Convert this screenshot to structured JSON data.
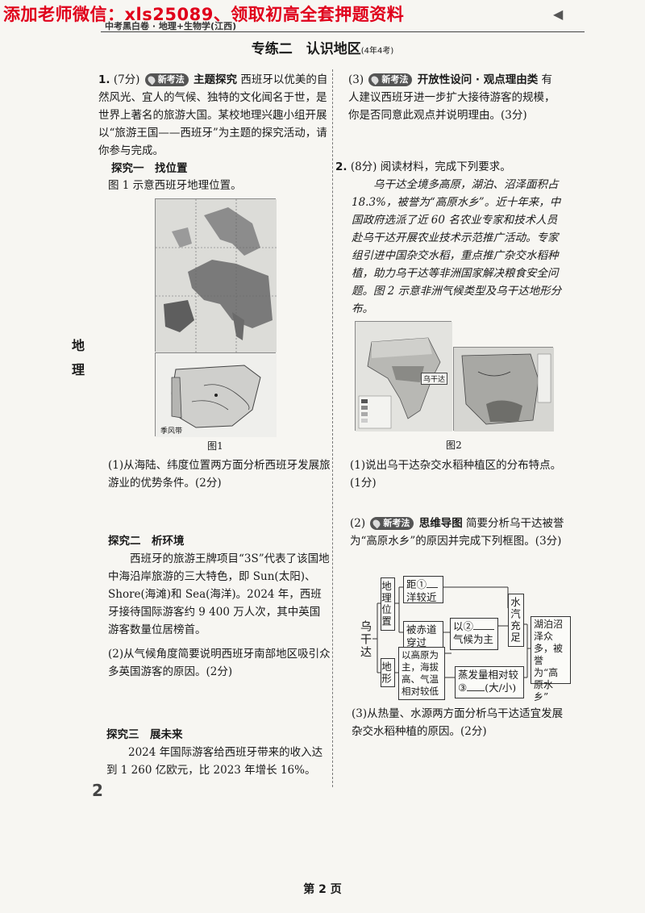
{
  "header": {
    "watermark": "添加老师微信：xls25089、领取初高全套押题资料",
    "series": "中考黑白卷 · 地理+生物学(江西)",
    "corner_mark": "◀"
  },
  "section": {
    "title": "专练二　认识地区",
    "note": "(4年4考)"
  },
  "tags": {
    "new": "新考法"
  },
  "q1": {
    "number": "1.",
    "score": "(7分)",
    "topic": "主题探究",
    "intro": "西班牙以优美的自然风光、宜人的气候、独特的文化闻名于世，是世界上著名的旅游大国。某校地理兴趣小组开展以“旅游王国——西班牙”为主题的探究活动，请你参与完成。",
    "part1_title": "探究一　找位置",
    "part1_desc": "图 1 示意西班牙地理位置。",
    "fig_caption": "图1",
    "fig_bottom_label": "季风带",
    "q1_1": "(1)从海陆、纬度位置两方面分析西班牙发展旅游业的优势条件。(2分)",
    "part2_title": "探究二　析环境",
    "part2_text": "西班牙的旅游王牌项目“3S”代表了该国地中海沿岸旅游的三大特色，即 Sun(太阳)、Shore(海滩)和 Sea(海洋)。2024 年，西班牙接待国际游客约 9 400 万人次，其中英国游客数量位居榜首。",
    "q1_2": "(2)从气候角度简要说明西班牙南部地区吸引众多英国游客的原因。(2分)",
    "part3_title": "探究三　展未来",
    "part3_text": "2024 年国际游客给西班牙带来的收入达到 1 260 亿欧元，比 2023 年增长 16%。",
    "q1_3_prefix": "(3)",
    "q1_3_topic": "开放性设问 · 观点理由类",
    "q1_3_text": "有人建议西班牙进一步扩大接待游客的规模，你是否同意此观点并说明理由。(3分)"
  },
  "q2": {
    "number": "2.",
    "score": "(8分)",
    "instruction": "阅读材料，完成下列要求。",
    "material": "乌干达全境多高原，湖泊、沼泽面积占 18.3%，被誉为“高原水乡”。近十年来，中国政府选派了近 60 名农业专家和技术人员赴乌干达开展农业技术示范推广活动。专家组引进中国杂交水稻，重点推广杂交水稻种植，助力乌干达等非洲国家解决粮食安全问题。图 2 示意非洲气候类型及乌干达地形分布。",
    "fig_caption": "图2",
    "fig_inset": "乌干达",
    "q2_1": "(1)说出乌干达杂交水稻种植区的分布特点。(1分)",
    "q2_2_prefix": "(2)",
    "q2_2_topic": "思维导图",
    "q2_2_text": "简要分析乌干达被誉为“高原水乡”的原因并完成下列框图。(3分)",
    "mind_map": {
      "root": "乌干达",
      "location": "地理位置",
      "terrain": "地形",
      "b1_prefix": "距①",
      "b1_suffix": "洋较近",
      "b2": "被赤道穿过",
      "b3_prefix": "以②",
      "b3_suffix": "气候为主",
      "b4": "以高原为主，海拔高、气温相对较低",
      "b5_line1": "蒸发量相对较",
      "b5_circle": "③",
      "b5_choice": "(大/小)",
      "b6": "水汽充足",
      "b7": "湖泊沼泽众多，被誉为“高原水乡”"
    },
    "q2_3": "(3)从热量、水源两方面分析乌干达适宜发展杂交水稻种植的原因。(2分)"
  },
  "side_label": "地理",
  "page_number": "2",
  "footer": "第 2 页"
}
